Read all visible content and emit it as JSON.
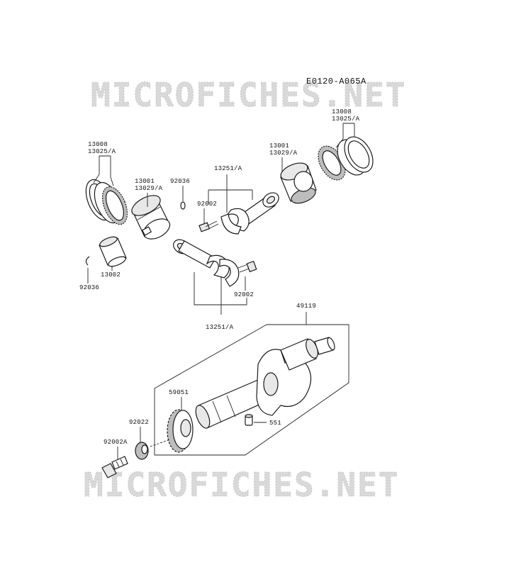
{
  "diagram_code": "E0120-A065A",
  "watermark": "MICROFICHES.NET",
  "labels": {
    "rings_left_a": "13008",
    "rings_left_b": "13025/A",
    "piston_left_a": "13001",
    "piston_left_b": "13029/A",
    "clip_top": "92036",
    "rod_top": "13251/A",
    "bolt_top": "92002",
    "piston_right_a": "13001",
    "piston_right_b": "13029/A",
    "rings_right_a": "13008",
    "rings_right_b": "13025/A",
    "pin": "13002",
    "clip_bottom": "92036",
    "bolt_bottom": "92002",
    "rod_bottom": "13251/A",
    "crankshaft": "49119",
    "gear": "59051",
    "key": "551",
    "washer": "92022",
    "bolt_crank": "92002A"
  }
}
